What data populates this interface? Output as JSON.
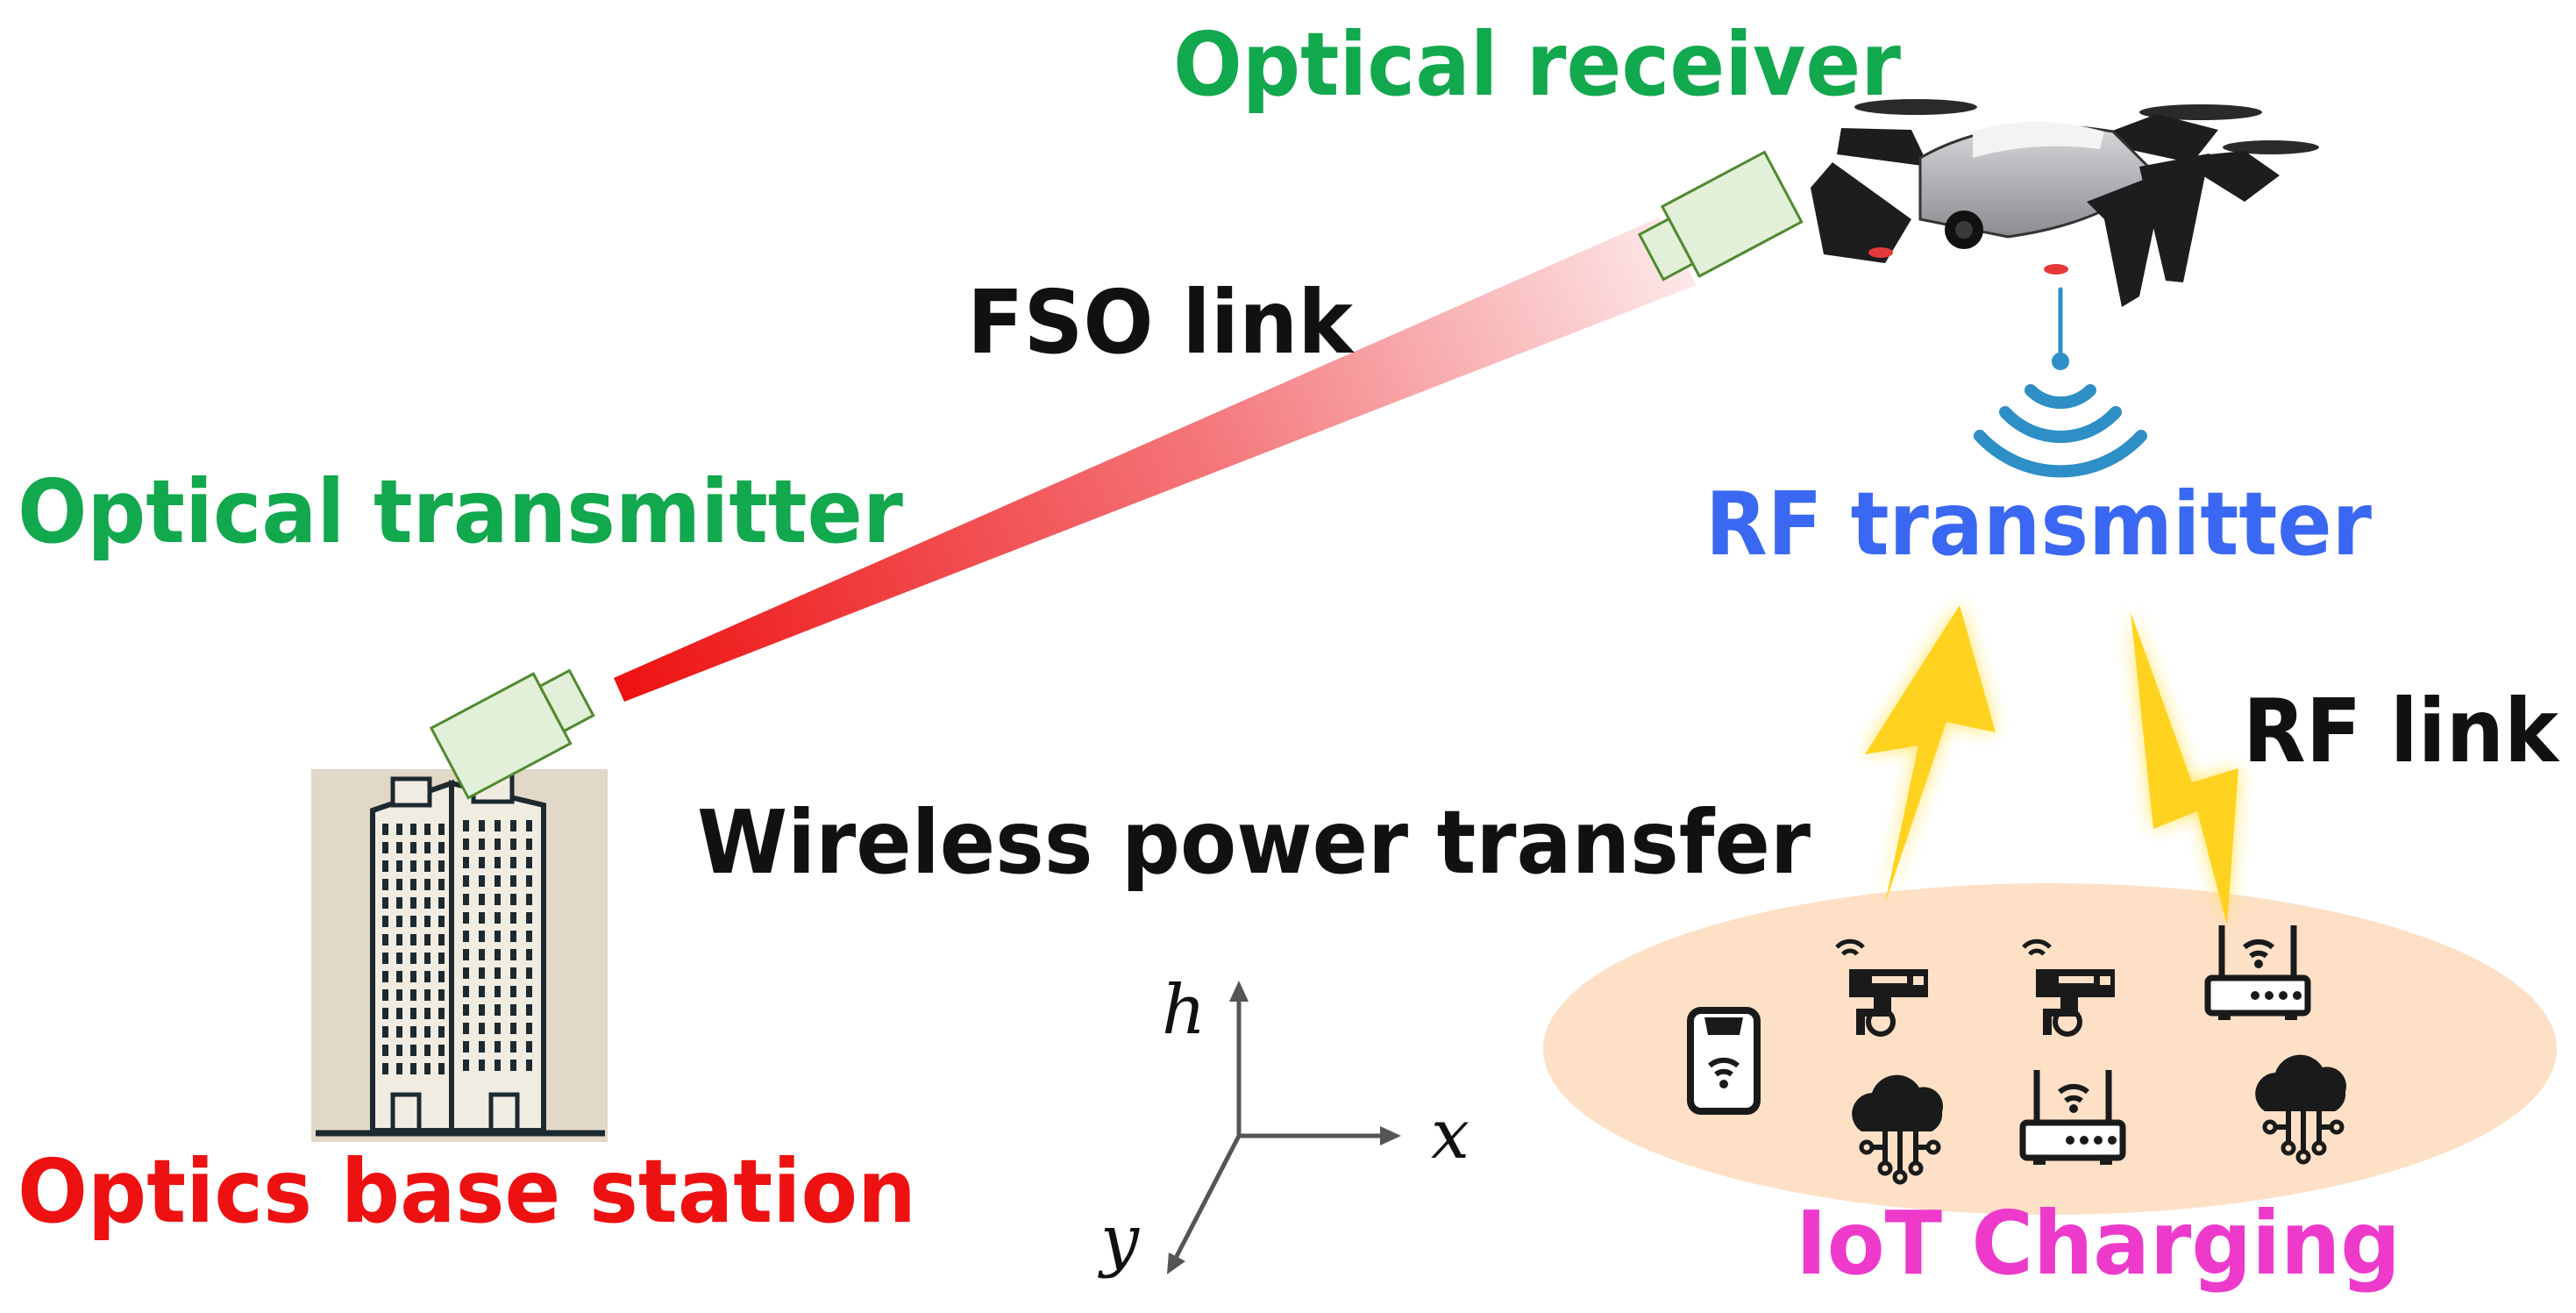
{
  "labels": {
    "optical_receiver": "Optical receiver",
    "fso_link": "FSO link",
    "optical_transmitter": "Optical transmitter",
    "rf_transmitter": "RF transmitter",
    "rf_link": "RF link",
    "wireless_power_transfer": "Wireless power transfer",
    "optics_base_station": "Optics base station",
    "iot_charging": "IoT Charging"
  },
  "axes": {
    "h": "h",
    "x": "x",
    "y": "y"
  },
  "colors": {
    "green_label": "#12a84e",
    "blue_label": "#3b68f2",
    "red_label": "#ee1111",
    "magenta_label": "#ee3acb",
    "black_label": "#111111",
    "laser": "#ee1111",
    "device_fill": "#e2efd9",
    "device_stroke": "#4f8a2e",
    "ellipse_fill": "#fde0c6",
    "bolt": "#ffd21f",
    "wifi_blue": "#2e8fc6",
    "building_bg": "#e2d8c8"
  },
  "icons": [
    "building-icon",
    "drone-icon",
    "wifi-signal-icon",
    "lightning-icon",
    "security-camera-icon",
    "router-icon",
    "cloud-network-icon",
    "smartphone-icon"
  ]
}
